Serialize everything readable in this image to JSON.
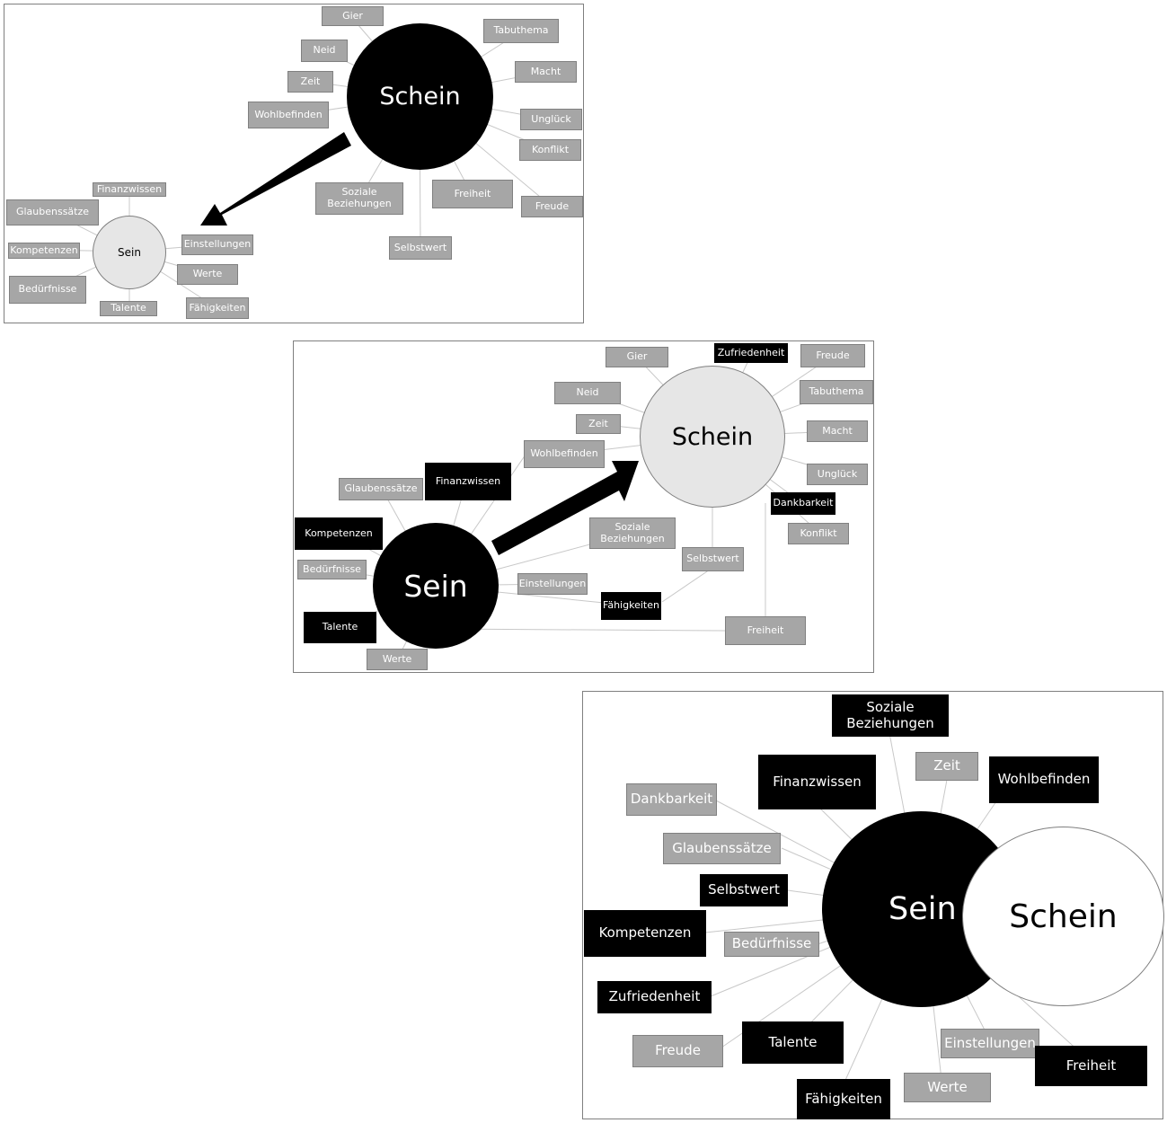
{
  "panel1": {
    "big_circle": "Schein",
    "small_circle": "Sein",
    "schein_labels": [
      "Gier",
      "Neid",
      "Zeit",
      "Wohlbefinden",
      "Tabuthema",
      "Macht",
      "Unglück",
      "Konflikt",
      "Freude",
      "Freiheit",
      "Soziale\nBeziehungen",
      "Selbstwert"
    ],
    "sein_labels": [
      "Finanzwissen",
      "Glaubenssätze",
      "Kompetenzen",
      "Bedürfnisse",
      "Talente",
      "Einstellungen",
      "Werte",
      "Fähigkeiten"
    ]
  },
  "panel2": {
    "big_circle": "Sein",
    "light_circle": "Schein",
    "labels": [
      "Gier",
      "Zufriedenheit",
      "Freude",
      "Neid",
      "Tabuthema",
      "Zeit",
      "Macht",
      "Wohlbefinden",
      "Unglück",
      "Glaubenssätze",
      "Finanzwissen",
      "Dankbarkeit",
      "Kompetenzen",
      "Soziale\nBeziehungen",
      "Konflikt",
      "Bedürfnisse",
      "Selbstwert",
      "Einstellungen",
      "Talente",
      "Fähigkeiten",
      "Freiheit",
      "Werte"
    ]
  },
  "panel3": {
    "dark_circle": "Sein",
    "white_circle": "Schein",
    "labels": [
      "Soziale\nBeziehungen",
      "Zeit",
      "Finanzwissen",
      "Wohlbefinden",
      "Dankbarkeit",
      "Glaubenssätze",
      "Selbstwert",
      "Kompetenzen",
      "Bedürfnisse",
      "Zufriedenheit",
      "Freude",
      "Talente",
      "Einstellungen",
      "Freiheit",
      "Werte",
      "Fähigkeiten"
    ]
  }
}
